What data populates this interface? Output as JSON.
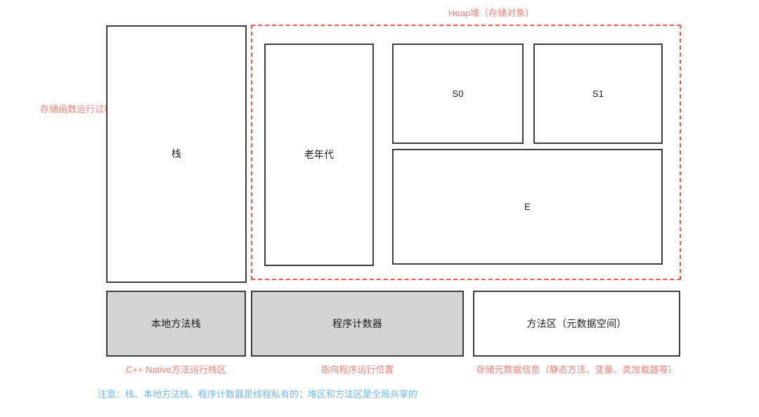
{
  "diagram": {
    "title_annotation": "Heap堆（存储对象）",
    "stack_annotation": "存储函数运行过程中的一些临时变量",
    "note": "注意：栈、本地方法栈、程序计数器是线程私有的；堆区和方法区是全局共享的",
    "colors": {
      "heap_border": "#f4564a",
      "annotation_red": "#ef8279",
      "note_blue": "#6fb7ef",
      "box_border": "#3c3c3c",
      "gray_fill": "#d4d4d4",
      "white_fill": "#ffffff"
    },
    "boxes": {
      "stack": {
        "label": "栈"
      },
      "old_gen": {
        "label": "老年代"
      },
      "survivor0": {
        "label": "S0"
      },
      "survivor1": {
        "label": "S1"
      },
      "eden": {
        "label": "E"
      },
      "native_stack": {
        "label": "本地方法栈"
      },
      "pc_register": {
        "label": "程序计数器"
      },
      "method_area": {
        "label": "方法区（元数据空间）"
      }
    },
    "bottom_annotations": {
      "native_stack": "C++ Native方法运行栈区",
      "pc_register": "指向程序运行位置",
      "method_area": "存储元数据信息（静态方法、变量、类加载器等）"
    }
  }
}
